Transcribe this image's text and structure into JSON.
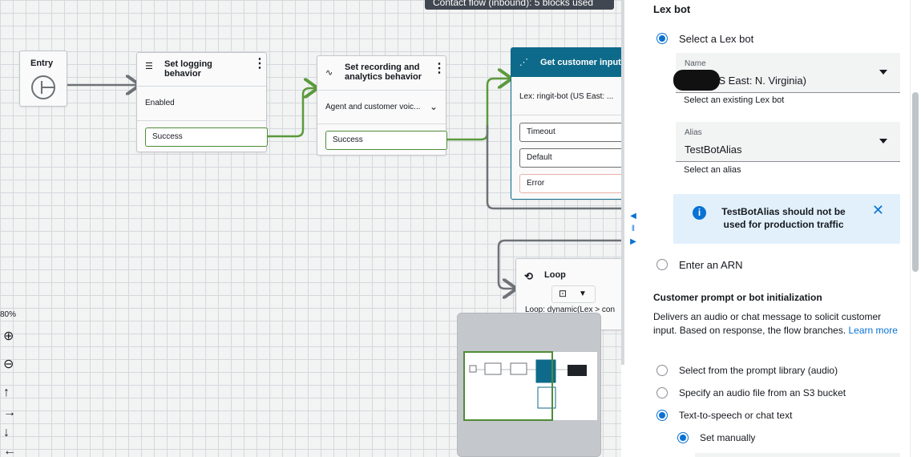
{
  "canvas": {
    "status_text": "Contact flow (inbound): 5 blocks used",
    "entry_label": "Entry",
    "zoom_level": "80%",
    "blocks": {
      "logging": {
        "title": "Set logging behavior",
        "title_line1": "Set logging",
        "title_line2": "behavior",
        "value": "Enabled",
        "branch": "Success"
      },
      "recording": {
        "title": "Set recording and analytics behavior",
        "title_line1": "Set recording and",
        "title_line2": "analytics behavior",
        "value": "Agent and customer voic...",
        "branch": "Success"
      },
      "customer_input": {
        "title": "Get customer input",
        "value": "Lex: ringit-bot (US East: ...",
        "branches": [
          "Timeout",
          "Default",
          "Error"
        ]
      },
      "loop": {
        "title": "Loop",
        "value": "Loop: dynamic(Lex > con"
      }
    },
    "controls": {
      "zoom_in": "⊕",
      "zoom_out": "⊖",
      "pan_up": "↑",
      "pan_right": "→",
      "pan_down": "↓",
      "pan_left": "←"
    }
  },
  "panel": {
    "lex_bot_title": "Lex bot",
    "select_lex_bot_label": "Select a Lex bot",
    "name_caption": "Name",
    "name_value": "bot (US East: N. Virginia)",
    "name_helper": "Select an existing Lex bot",
    "alias_caption": "Alias",
    "alias_value": "TestBotAlias",
    "alias_helper": "Select an alias",
    "alert_text": "TestBotAlias should not be used for production traffic",
    "enter_arn_label": "Enter an ARN",
    "prompt_section_title": "Customer prompt or bot initialization",
    "prompt_description": "Delivers an audio or chat message to solicit customer input. Based on response, the flow branches.",
    "learn_more": "Learn more",
    "options": {
      "prompt_library": "Select from the prompt library (audio)",
      "s3_bucket": "Specify an audio file from an S3 bucket",
      "tts": "Text-to-speech or chat text",
      "set_manually": "Set manually"
    }
  },
  "colors": {
    "accent": "#0972d3",
    "success_wire": "#5a9a3c",
    "block_header": "#0e6a8a"
  }
}
